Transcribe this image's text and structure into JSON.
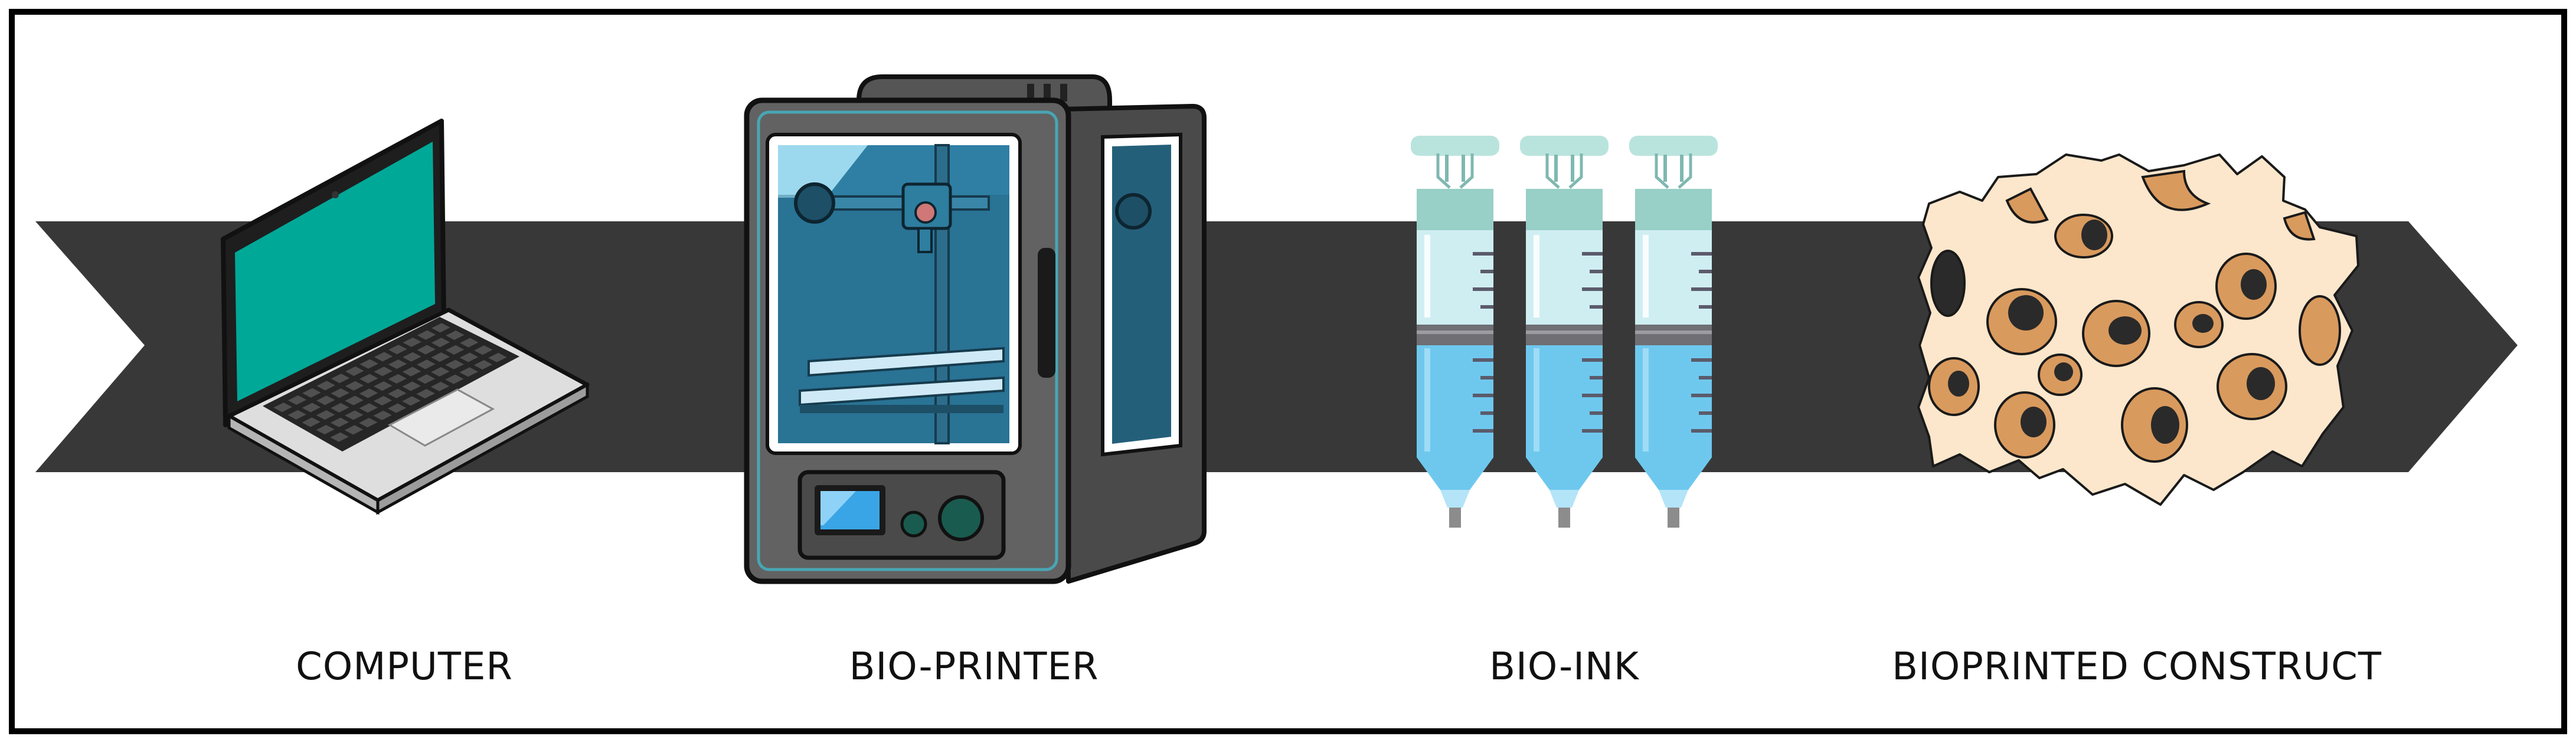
{
  "colors": {
    "background": "#ffffff",
    "frame": "#000000",
    "arrow": "#383838",
    "screen": "#00a898",
    "printer_body": "#595959",
    "printer_glass": "#2f7fa4",
    "syringe_liquid": "#6ec8ee",
    "syringe_cap": "#9fd4cc",
    "construct_base": "#fce7cc",
    "construct_pore": "#d99a5e"
  },
  "steps": [
    {
      "label": "COMPUTER",
      "icon": "laptop-icon"
    },
    {
      "label": "BIO-PRINTER",
      "icon": "bioprinter-icon"
    },
    {
      "label": "BIO-INK",
      "icon": "syringe-icon"
    },
    {
      "label": "BIOPRINTED CONSTRUCT",
      "icon": "scaffold-icon"
    }
  ]
}
